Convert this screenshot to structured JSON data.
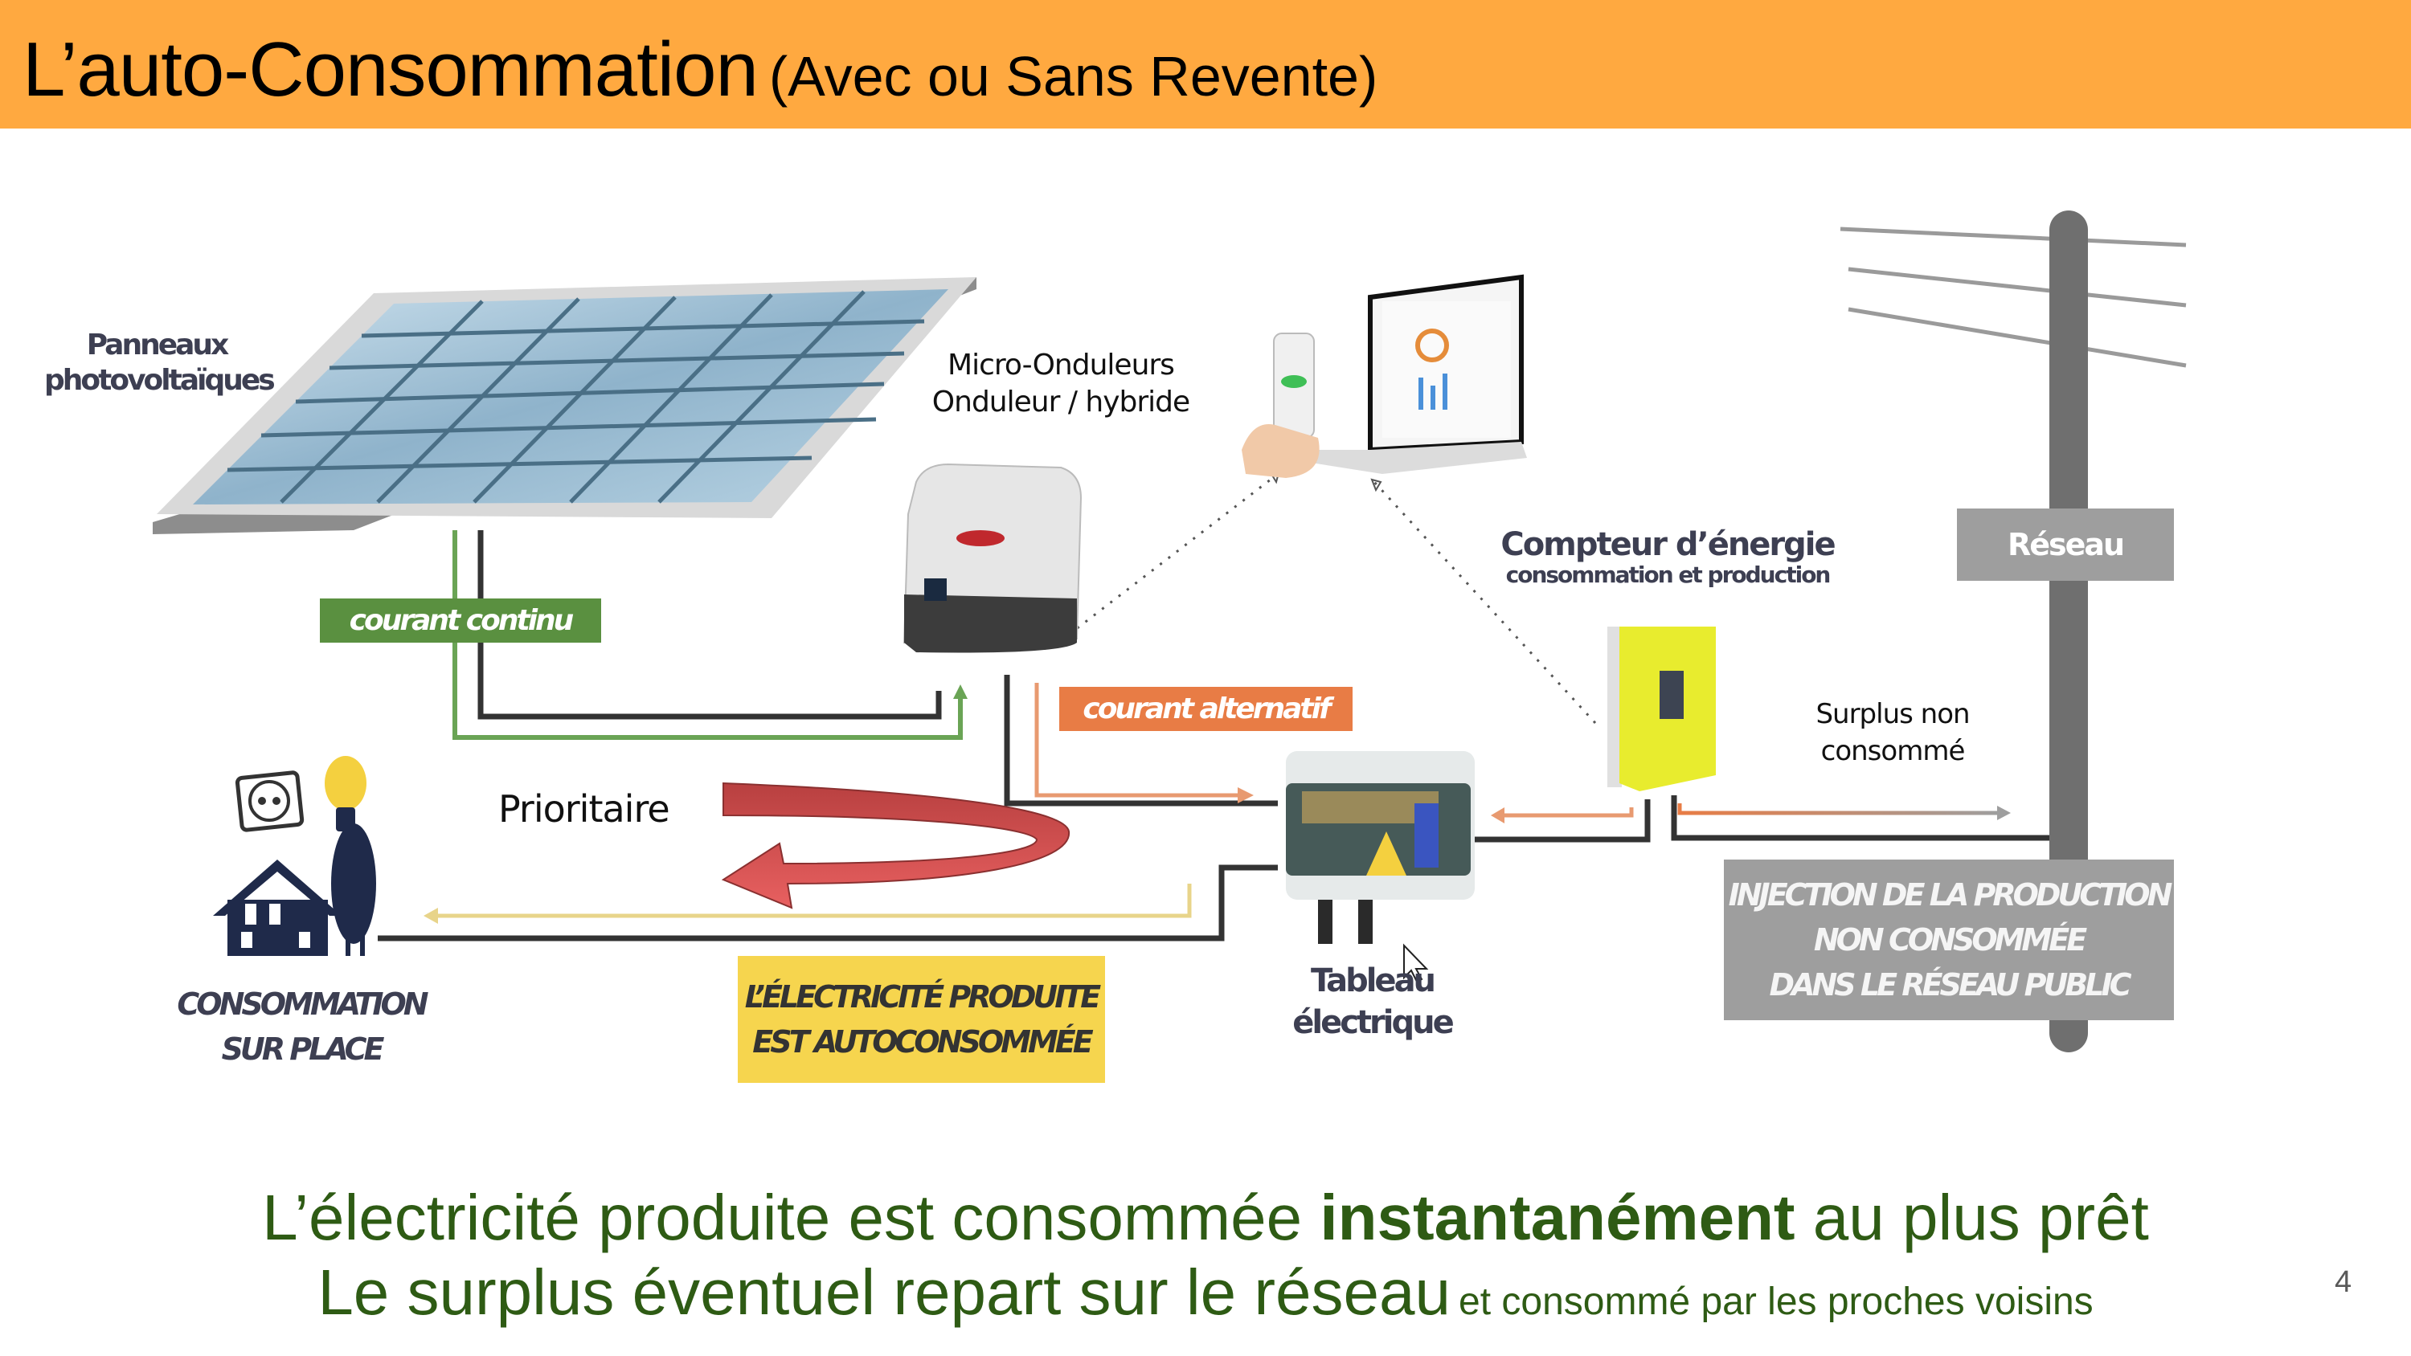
{
  "slide": {
    "title": "L’auto-Consommation",
    "subtitle": "(Avec ou Sans Revente)",
    "page_number": "4",
    "colors": {
      "header_bg": "#FFA940",
      "footer_text": "#2E5B14",
      "dc_green": "#5A9040",
      "ac_orange": "#E87C45",
      "priority_red": "#D65050",
      "autoconso_yellow": "#F6D54E",
      "grid_grey": "#9E9E9E",
      "meter_yellow": "#E8EC2E"
    }
  },
  "diagram": {
    "panels_label": [
      "Panneaux",
      "photovoltaïques"
    ],
    "dc_label": "courant continu",
    "inverter_label": [
      "Micro-Onduleurs",
      "Onduleur  / hybride"
    ],
    "meter_label": "Compteur d’énergie",
    "meter_sublabel": "consommation et production",
    "grid_label": "Réseau",
    "surplus_label": [
      "Surplus non",
      "consommé"
    ],
    "ac_label": "courant alternatif",
    "priority_label": "Prioritaire",
    "panel_board_label": [
      "Tableau",
      "électrique"
    ],
    "house_label": [
      "CONSOMMATION",
      "SUR PLACE"
    ],
    "autoconso_label": [
      "L’ÉLECTRICITÉ PRODUITE",
      "EST AUTOCONSOMMÉE"
    ],
    "injection_label": [
      "INJECTION DE LA PRODUCTION",
      "NON CONSOMMÉE",
      "DANS LE RÉSEAU PUBLIC"
    ],
    "icons": [
      "solar-panel",
      "inverter",
      "phone-laptop-monitoring",
      "energy-meter",
      "utility-pole",
      "electrical-panel",
      "house",
      "power-outlet",
      "light-bulb",
      "priority-arrow",
      "mouse-cursor"
    ]
  },
  "footer": {
    "line1_pre": "L’électricité produite est consommée ",
    "line1_bold": "instantanément",
    "line1_post": " au plus prêt",
    "line2_main": "Le surplus éventuel repart sur le réseau",
    "line2_small": "et consommé par les proches voisins"
  }
}
